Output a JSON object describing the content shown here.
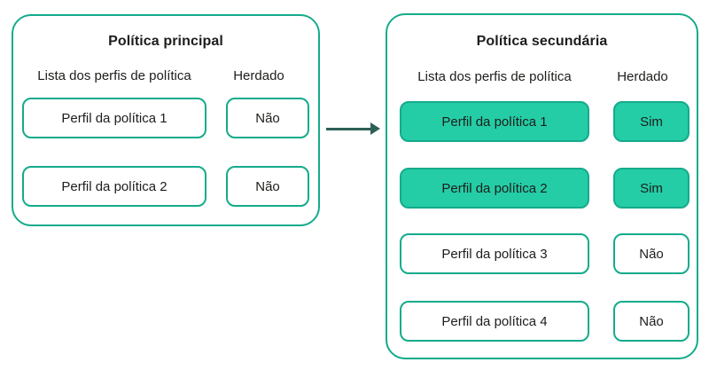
{
  "colors": {
    "teal_border": "#14AB8C",
    "teal_fill": "#24CDA6",
    "arrow_color": "#2E5F56",
    "text_color": "#1D1D1B",
    "background": "#FFFFFF"
  },
  "left_panel": {
    "title": "Política principal",
    "columns": {
      "profiles": "Lista dos perfis de política",
      "inherited": "Herdado"
    },
    "rows": [
      {
        "profile": "Perfil da política 1",
        "inherited": "Não",
        "highlighted": false
      },
      {
        "profile": "Perfil da política 2",
        "inherited": "Não",
        "highlighted": false
      }
    ]
  },
  "right_panel": {
    "title": "Política secundária",
    "columns": {
      "profiles": "Lista dos perfis de política",
      "inherited": "Herdado"
    },
    "rows": [
      {
        "profile": "Perfil da política 1",
        "inherited": "Sim",
        "highlighted": true
      },
      {
        "profile": "Perfil da política 2",
        "inherited": "Sim",
        "highlighted": true
      },
      {
        "profile": "Perfil da política 3",
        "inherited": "Não",
        "highlighted": false
      },
      {
        "profile": "Perfil da política 4",
        "inherited": "Não",
        "highlighted": false
      }
    ]
  },
  "arrow": {
    "icon": "arrow-right-icon",
    "direction": "right"
  }
}
